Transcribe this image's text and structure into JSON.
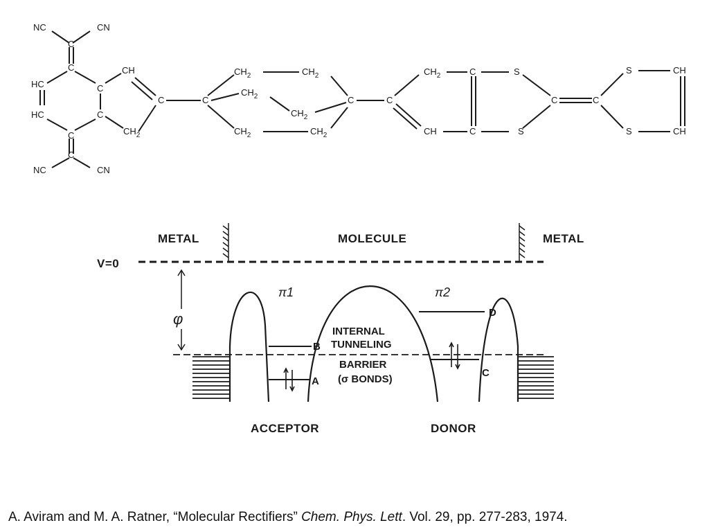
{
  "molecule": {
    "labels": {
      "nc_top": "NC",
      "cn_top": "CN",
      "nc_bot": "NC",
      "cn_bot": "CN",
      "hc1": "HC",
      "hc2": "HC",
      "c_q1": "C",
      "c_q2": "C",
      "c_q3": "C",
      "c_q4": "C",
      "ch_a": "CH",
      "ch2_a": "CH",
      "ch2_a_sub": "2",
      "c_a": "C",
      "c_spiro1": "C",
      "ch2_b": "CH",
      "ch2_b_sub": "2",
      "ch2_c": "CH",
      "ch2_c_sub": "2",
      "ch2_d": "CH",
      "ch2_d_sub": "2",
      "ch2_e": "CH",
      "ch2_e_sub": "2",
      "ch2_f": "CH",
      "ch2_f_sub": "2",
      "ch2_g": "CH",
      "ch2_g_sub": "2",
      "c_spiro2": "C",
      "c_b": "C",
      "ch2_h": "CH",
      "ch2_h_sub": "2",
      "c_c": "C",
      "c_d": "C",
      "ch_b": "CH",
      "s1": "S",
      "s2": "S",
      "c_e": "C",
      "c_f": "C",
      "s3": "S",
      "s4": "S",
      "ch_c": "CH",
      "ch_d": "CH"
    }
  },
  "diagram": {
    "metal_left": "METAL",
    "molecule": "MOLECULE",
    "metal_right": "METAL",
    "v0": "V=0",
    "phi": "φ",
    "pi1": "π1",
    "pi2": "π2",
    "internal": "INTERNAL",
    "tunneling": "TUNNELING",
    "barrier": "BARRIER",
    "sigma_bonds": "(σ BONDS)",
    "label_a": "A",
    "label_b": "B",
    "label_c": "C",
    "label_d": "D",
    "acceptor": "ACCEPTOR",
    "donor": "DONOR"
  },
  "citation": {
    "authors": "A. Aviram and M. A. Ratner, “Molecular Rectifiers” ",
    "journal": "Chem. Phys. Lett",
    "details": ". Vol. 29, pp. 277-283, 1974."
  }
}
